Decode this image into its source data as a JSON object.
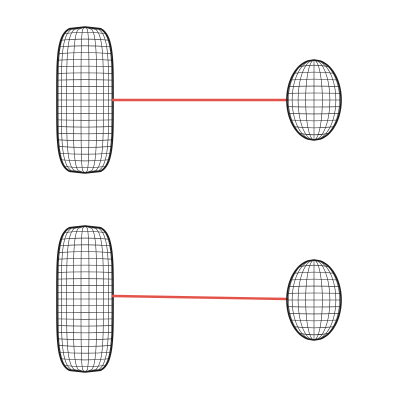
{
  "colors": {
    "mesh": "#1b1b1b",
    "connector": "#e4534a",
    "background": "#ffffff"
  },
  "pairs": [
    {
      "left": "capsule-mesh",
      "right": "ellipsoid-mesh"
    },
    {
      "left": "capsule-mesh",
      "right": "ellipsoid-mesh"
    }
  ]
}
